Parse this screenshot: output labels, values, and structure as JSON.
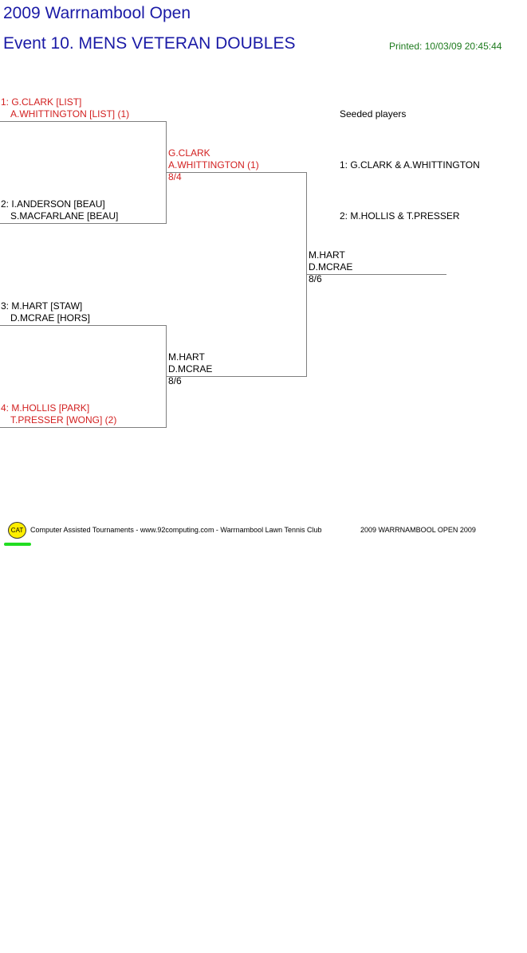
{
  "header": {
    "title": "2009 Warrnambool Open",
    "event": "Event 10. MENS VETERAN DOUBLES",
    "printed": "Printed: 10/03/09 20:45:44"
  },
  "round1": [
    {
      "line1": "1: G.CLARK [LIST]",
      "line2": "A.WHITTINGTON [LIST] (1)",
      "seeded": true
    },
    {
      "line1": "2: I.ANDERSON [BEAU]",
      "line2": "S.MACFARLANE [BEAU]",
      "seeded": false
    },
    {
      "line1": "3: M.HART [STAW]",
      "line2": "D.MCRAE [HORS]",
      "seeded": false
    },
    {
      "line1": "4: M.HOLLIS [PARK]",
      "line2": "T.PRESSER [WONG] (2)",
      "seeded": true
    }
  ],
  "round2": [
    {
      "line1": "G.CLARK",
      "line2": "A.WHITTINGTON (1)",
      "score": "8/4",
      "seeded": true
    },
    {
      "line1": "M.HART",
      "line2": "D.MCRAE",
      "score": "8/6",
      "seeded": false
    }
  ],
  "final": {
    "line1": "M.HART",
    "line2": "D.MCRAE",
    "score": "8/6"
  },
  "seeds": {
    "heading": "Seeded players",
    "items": [
      "1: G.CLARK & A.WHITTINGTON",
      "2: M.HOLLIS & T.PRESSER"
    ]
  },
  "footer": {
    "logo": "CAT",
    "credit": "Computer Assisted Tournaments - www.92computing.com -  Warrnambool Lawn Tennis Club",
    "event": "2009 WARRNAMBOOL OPEN 2009"
  },
  "colors": {
    "title": "#1a1aa6",
    "printed": "#1d7a1d",
    "seeded": "#d21f1f",
    "lines": "#7f7f7f"
  }
}
